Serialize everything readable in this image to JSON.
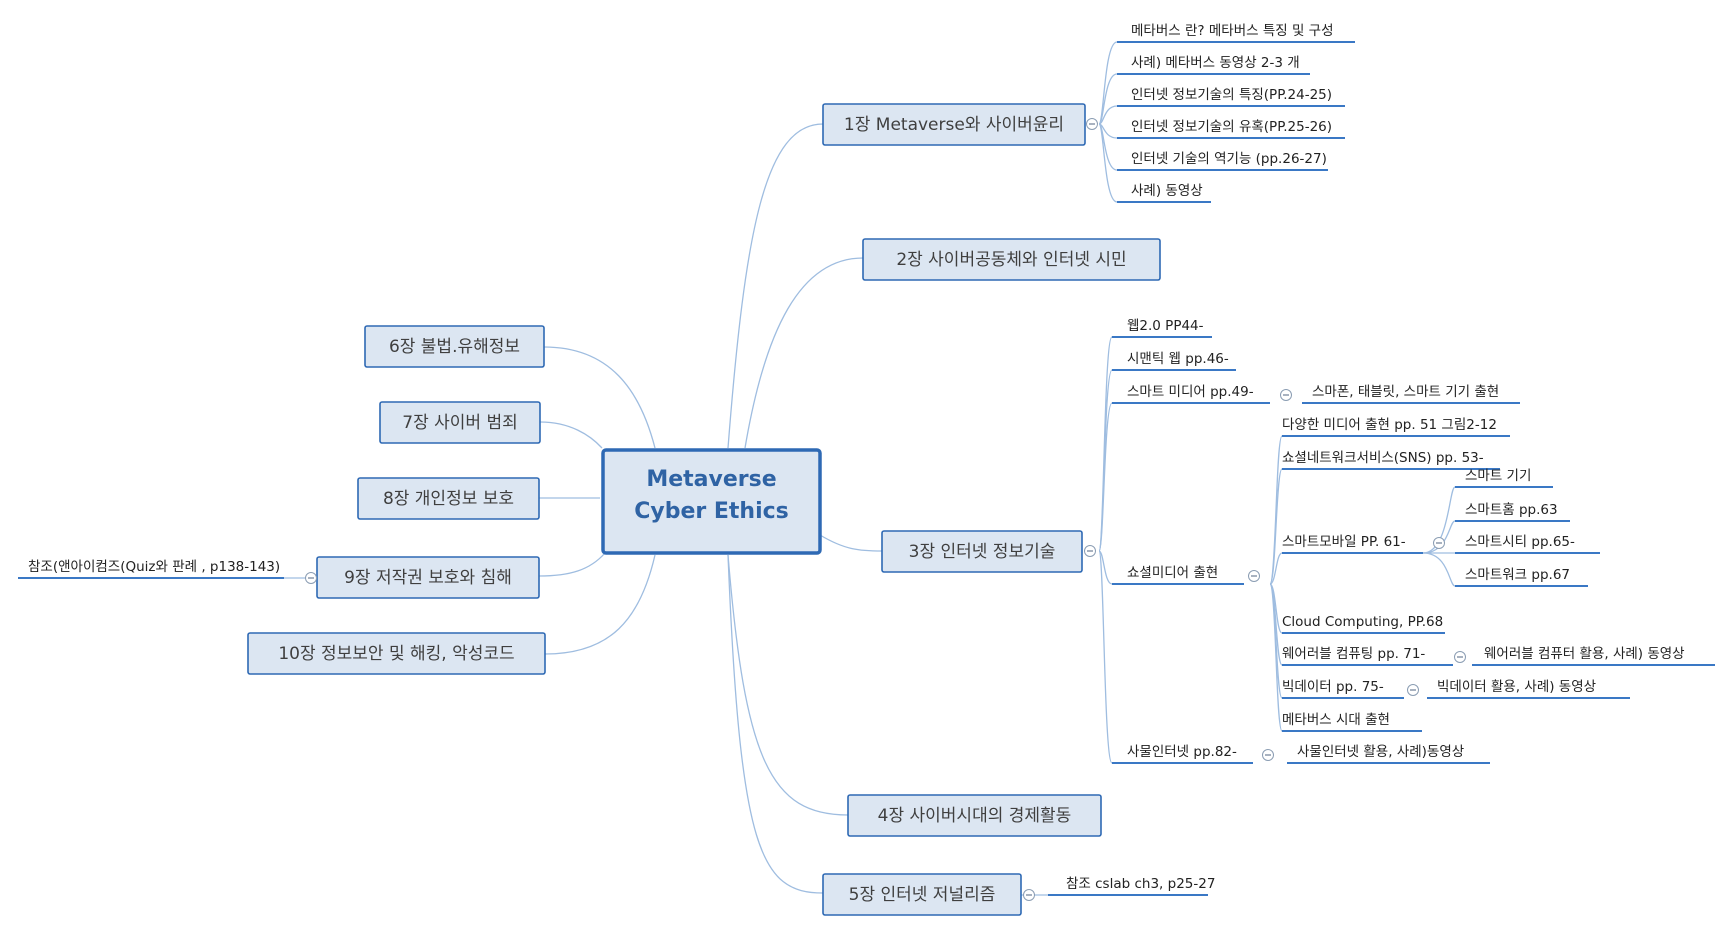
{
  "central": {
    "line1": "Metaverse",
    "line2": "Cyber Ethics"
  },
  "chapters": {
    "ch1": "1장 Metaverse와 사이버윤리",
    "ch2": "2장 사이버공동체와 인터넷 시민",
    "ch3": "3장 인터넷 정보기술",
    "ch4": "4장 사이버시대의 경제활동",
    "ch5": "5장 인터넷 저널리즘",
    "ch6": "6장 불법.유해정보",
    "ch7": "7장 사이버 범죄",
    "ch8": "8장 개인정보 보호",
    "ch9": "9장 저작권 보호와 침해",
    "ch10": "10장 정보보안 및 해킹, 악성코드"
  },
  "ch1_topics": [
    "메타버스 란? 메타버스 특징 및 구성",
    "사례) 메타버스 동영상 2-3 개",
    "인터넷 정보기술의 특징(PP.24-25)",
    "인터넷 정보기술의 유혹(PP.25-26)",
    "인터넷 기술의 역기능 (pp.26-27)",
    "사례) 동영상"
  ],
  "ch3_topics": {
    "web2": "웹2.0  PP44-",
    "semantic": "시맨틱 웹 pp.46-",
    "smart_media": "스마트 미디어  pp.49-",
    "smart_media_child": "스마폰, 태블릿, 스마트 기기 출현",
    "social": "쇼셜미디어 출현",
    "social_children": {
      "diverse": "다양한 미디어 출현 pp. 51 그림2-12",
      "sns": "쇼셜네트워크서비스(SNS) pp. 53-",
      "mobile": "스마트모바일  PP. 61-",
      "cloud": "Cloud Computing,  PP.68",
      "wearable": "웨어러블 컴퓨팅  pp. 71-",
      "wearable_child": "웨어러블 컴퓨터 활용, 사례) 동영상",
      "bigdata": "빅데이터  pp. 75-",
      "bigdata_child": "빅데이터 활용, 사례) 동영상",
      "metaverse_era": "메타버스 시대 출현"
    },
    "mobile_children": [
      "스마트 기기",
      "스마트홈  pp.63",
      "스마트시티  pp.65-",
      "스마트워크  pp.67"
    ],
    "iot": "사물인터넷  pp.82-",
    "iot_child": "사물인터넷 활용, 사례)동영상"
  },
  "ch5_ref": "참조  cslab ch3, p25-27",
  "ch9_ref": "참조(앤아이컴즈(Quiz와 판례 , p138-143)",
  "colors": {
    "accent": "#2e69b4",
    "box_fill": "#dce6f2",
    "branch": "#9fbde0",
    "underline": "#3a78c5"
  }
}
